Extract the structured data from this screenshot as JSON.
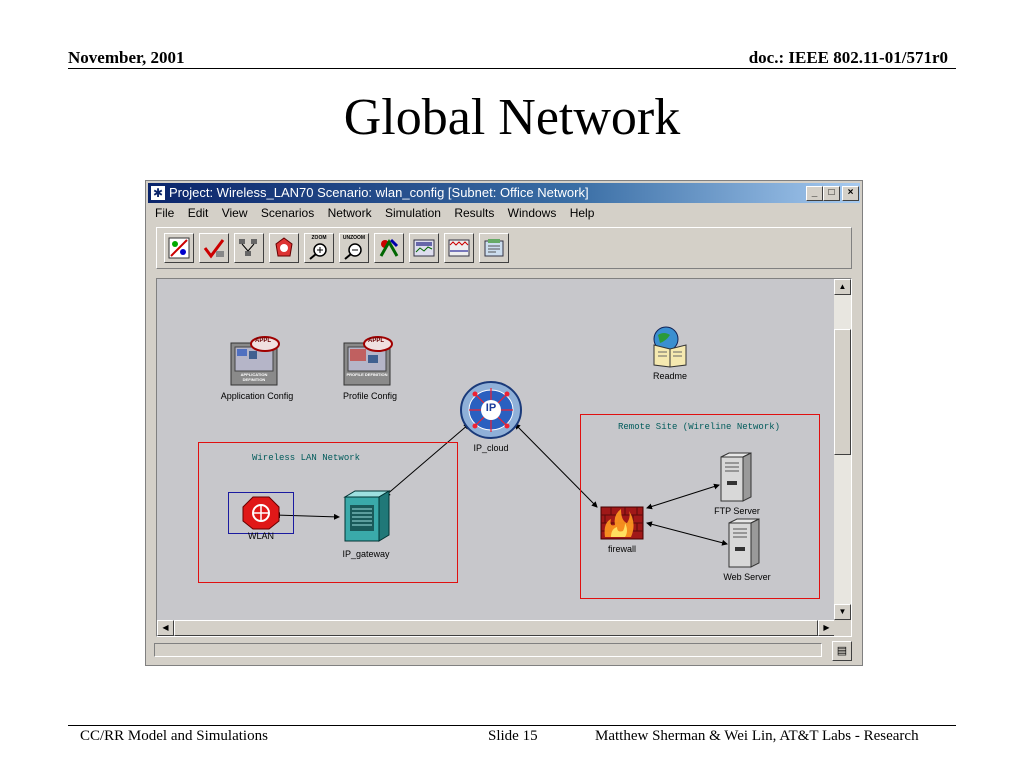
{
  "slide": {
    "header_left": "November, 2001",
    "header_right": "doc.: IEEE 802.11-01/571r0",
    "title": "Global Network",
    "footer_left": "CC/RR Model and Simulations",
    "footer_center": "Slide 15",
    "footer_right": "Matthew Sherman & Wei Lin, AT&T Labs - Research"
  },
  "window": {
    "title": "Project: Wireless_LAN70 Scenario: wlan_config  [Subnet: Office Network]",
    "controls": {
      "minimize": "_",
      "maximize": "□",
      "close": "×"
    }
  },
  "menu": {
    "items": [
      "File",
      "Edit",
      "View",
      "Scenarios",
      "Network",
      "Simulation",
      "Results",
      "Windows",
      "Help"
    ]
  },
  "toolbar": {
    "zoom_label": "ZOOM",
    "unzoom_label": "UNZOOM",
    "buttons": [
      "open-palette-icon",
      "verify-links-icon",
      "rapid-config-icon",
      "fail-recover-icon",
      "zoom-icon",
      "unzoom-icon",
      "configure-simulation-icon",
      "view-results-icon",
      "view-statistics-icon",
      "web-report-icon"
    ]
  },
  "nodes": {
    "app_config": {
      "label": "Application Config",
      "badge": "APPL",
      "inner": "APPLICATION DEFINITION"
    },
    "profile_config": {
      "label": "Profile Config",
      "badge": "APPL",
      "inner": "PROFILE DEFINITION"
    },
    "readme": {
      "label": "Readme"
    },
    "ip_cloud": {
      "label": "IP_cloud",
      "glyph": "IP"
    },
    "wlan": {
      "label": "WLAN"
    },
    "ip_gateway": {
      "label": "IP_gateway"
    },
    "firewall": {
      "label": "firewall"
    },
    "ftp_server": {
      "label": "FTP Server"
    },
    "web_server": {
      "label": "Web Server"
    }
  },
  "groups": {
    "wireless": {
      "label": "Wireless LAN Network"
    },
    "remote": {
      "label": "Remote Site (Wireline Network)"
    }
  },
  "colors": {
    "title_bar": "#0a246a",
    "canvas": "#c7c7cb",
    "group_border": "#e01010",
    "group_label": "#005b5b",
    "link": "#000000"
  }
}
